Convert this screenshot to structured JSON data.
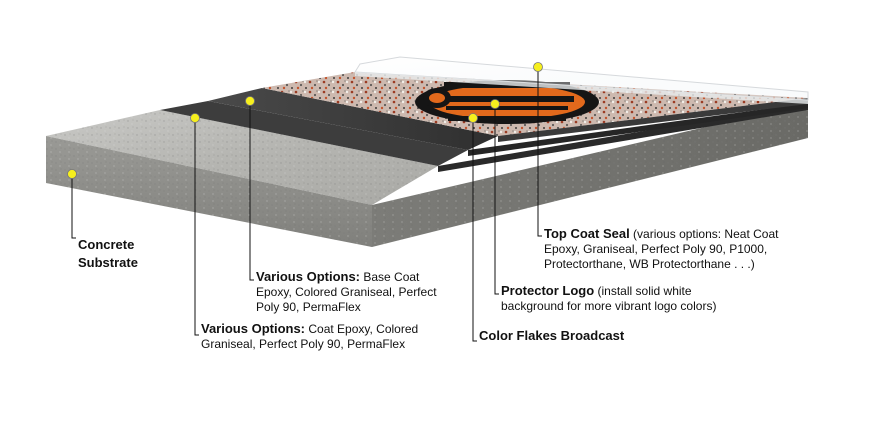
{
  "layers": {
    "concrete": {
      "title_line1": "Concrete",
      "title_line2": "Substrate"
    },
    "base_coat": {
      "title": "Various Options:",
      "desc": " Base Coat Epoxy, Colored Graniseal, Perfect Poly 90, PermaFlex"
    },
    "coat_epoxy": {
      "title": "Various Options:",
      "desc": " Coat Epoxy, Colored Graniseal, Perfect Poly 90, PermaFlex"
    },
    "color_flakes": {
      "title": "Color Flakes Broadcast"
    },
    "protector_logo": {
      "title": "Protector Logo",
      "desc": " (install solid white background for more vibrant logo colors)"
    },
    "top_coat": {
      "title": "Top Coat Seal",
      "desc": " (various options: Neat Coat Epoxy, Graniseal, Perfect Poly 90, P1000, Protectorthane, WB Protectorthane . . .)"
    }
  },
  "colors": {
    "concrete_top": "#b9b9b6",
    "concrete_side": "#8e8e8b",
    "dark_layer": "#3a3a3a",
    "flake_base": "#cbb7ad",
    "marker_fill": "#f6ef1e",
    "leader_line": "#111111",
    "logo_orange": "#e2691c",
    "logo_black": "#151515"
  }
}
